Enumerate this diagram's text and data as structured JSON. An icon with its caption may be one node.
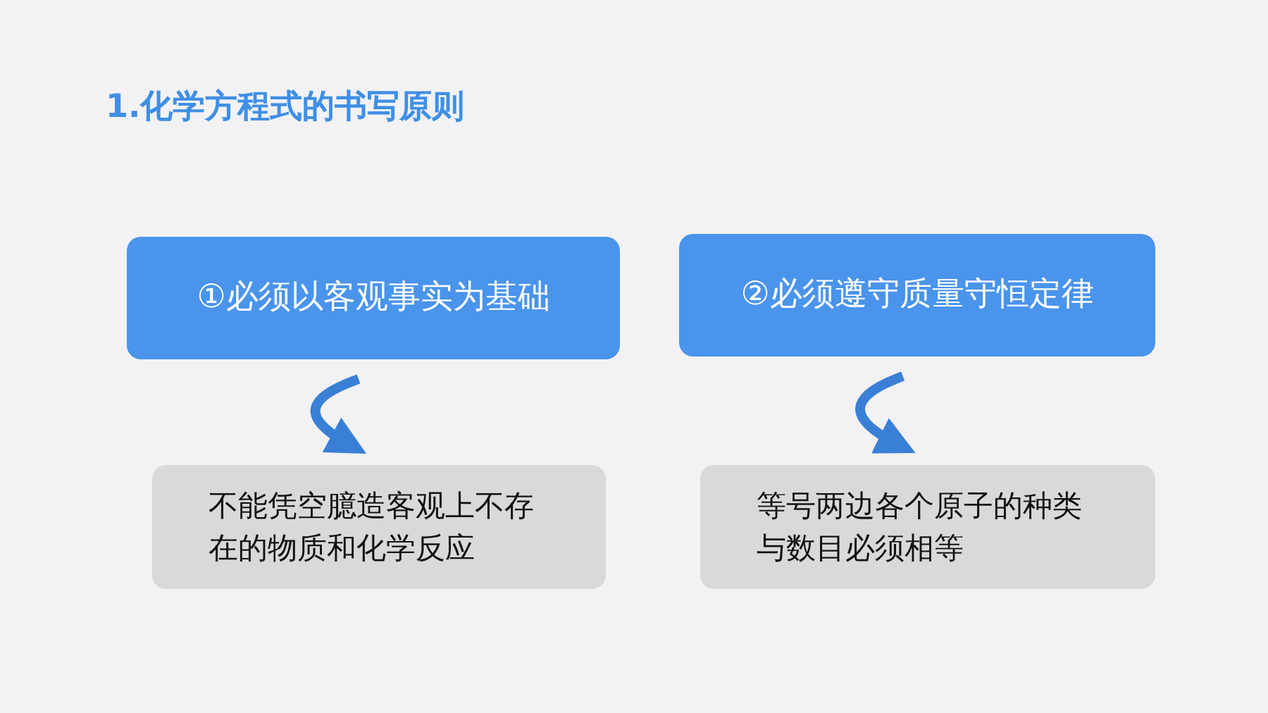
{
  "diagram": {
    "title": "1.化学方程式的书写原则",
    "nodes": [
      {
        "text": [
          "①必须以客观事实为基础"
        ]
      },
      {
        "text": [
          "②必须遵守质量守恒定律"
        ]
      },
      {
        "text": [
          "不能凭空臆造客观上不存在的物质和化学反应"
        ]
      },
      {
        "text": [
          "等号两边各个原子的种类与数目必须相等"
        ]
      }
    ],
    "edges": [
      {
        "from": 0,
        "to": 2,
        "arrow": "to"
      },
      {
        "from": 1,
        "to": 3,
        "arrow": "to"
      }
    ]
  }
}
